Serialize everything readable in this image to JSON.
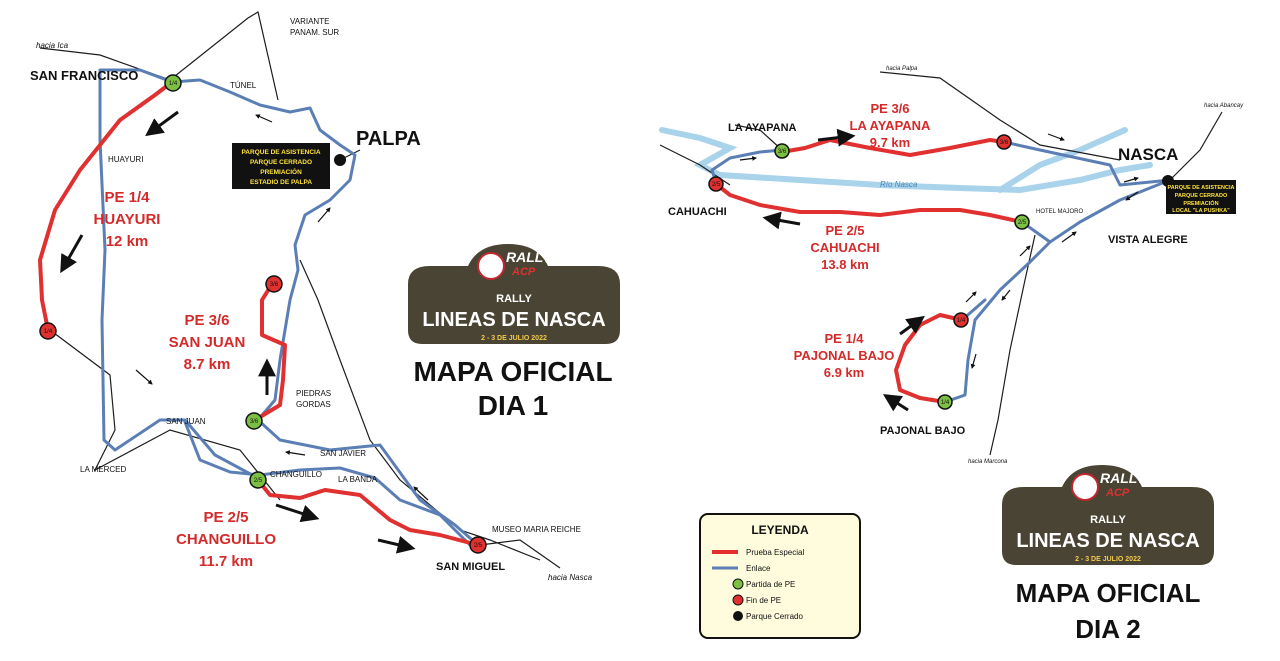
{
  "map1": {
    "title_line1": "MAPA OFICIAL",
    "title_line2": "DIA 1",
    "towns": {
      "san_francisco": "SAN FRANCISCO",
      "palpa": "PALPA",
      "san_juan": "SAN JUAN",
      "la_merced": "LA MERCED",
      "san_miguel": "SAN MIGUEL",
      "changuillo": "CHANGUILLO",
      "la_banda": "LA BANDA",
      "san_javier": "SAN JAVIER",
      "huayuri": "HUAYURI",
      "tunel": "TÚNEL",
      "variante_1": "VARIANTE",
      "variante_2": "PANAM. SUR",
      "piedras_1": "PIEDRAS",
      "piedras_2": "GORDAS",
      "museo": "MUSEO MARIA REICHE"
    },
    "directions": {
      "hacia_ica": "hacia Ica",
      "hacia_nasca": "hacia Nasca"
    },
    "service_box": [
      "PARQUE DE ASISTENCIA",
      "PARQUE CERRADO",
      "PREMIACIÓN",
      "ESTADIO DE PALPA"
    ],
    "stages": [
      {
        "line1": "PE 1/4",
        "line2": "HUAYURI",
        "line3": "12 km"
      },
      {
        "line1": "PE 3/6",
        "line2": "SAN JUAN",
        "line3": "8.7 km"
      },
      {
        "line1": "PE 2/5",
        "line2": "CHANGUILLO",
        "line3": "11.7 km"
      }
    ],
    "markers": {
      "m14_start": "1/4",
      "m14_end": "1/4",
      "m36_start": "3/6",
      "m36_end": "3/6",
      "m25_start": "2/5",
      "m25_end": "2/5"
    }
  },
  "map2": {
    "title_line1": "MAPA OFICIAL",
    "title_line2": "DIA 2",
    "towns": {
      "nasca": "NASCA",
      "la_ayapana": "LA AYAPANA",
      "cahuachi": "CAHUACHI",
      "vista_alegre": "VISTA ALEGRE",
      "pajonal_bajo": "PAJONAL BAJO",
      "hotel_majoro": "HOTEL MAJORO",
      "rio_nasca": "Río Nasca"
    },
    "directions": {
      "hacia_palpa": "hacia Palpa",
      "hacia_abancay": "hacia Abancay",
      "hacia_marcona": "hacia Marcona"
    },
    "service_box": [
      "PARQUE DE ASISTENCIA",
      "PARQUE CERRADO",
      "PREMIACIÓN",
      "LOCAL \"LA PUSHKA\""
    ],
    "stages": [
      {
        "line1": "PE 3/6",
        "line2": "LA AYAPANA",
        "line3": "9.7 km"
      },
      {
        "line1": "PE 2/5",
        "line2": "CAHUACHI",
        "line3": "13.8 km"
      },
      {
        "line1": "PE 1/4",
        "line2": "PAJONAL BAJO",
        "line3": "6.9 km"
      }
    ],
    "markers": {
      "m36_start": "3/6",
      "m36_end": "3/6",
      "m25_start": "2/5",
      "m25_end": "2/5",
      "m14_start": "1/4",
      "m14_end": "1/4"
    }
  },
  "rally_logo": {
    "brand_1": "RALLY",
    "brand_2": "ACP",
    "line1": "RALLY",
    "line2": "LINEAS DE NASCA",
    "date": "2 - 3 DE JULIO 2022"
  },
  "legend": {
    "title": "LEYENDA",
    "items": [
      {
        "label": "Prueba Especial",
        "color": "#e03030"
      },
      {
        "label": "Enlace",
        "color": "#5b7fb5"
      },
      {
        "label": "Partida de PE",
        "color": "#7bc043"
      },
      {
        "label": "Fin de PE",
        "color": "#e03030"
      },
      {
        "label": "Parque Cerrado",
        "color": "#111111"
      }
    ]
  },
  "colors": {
    "stage": "#e03030",
    "link": "#5b7fb5",
    "river": "#a9d3ea",
    "start_marker": "#7bc043",
    "end_marker": "#e03030",
    "logo_bg": "#4a4434"
  }
}
